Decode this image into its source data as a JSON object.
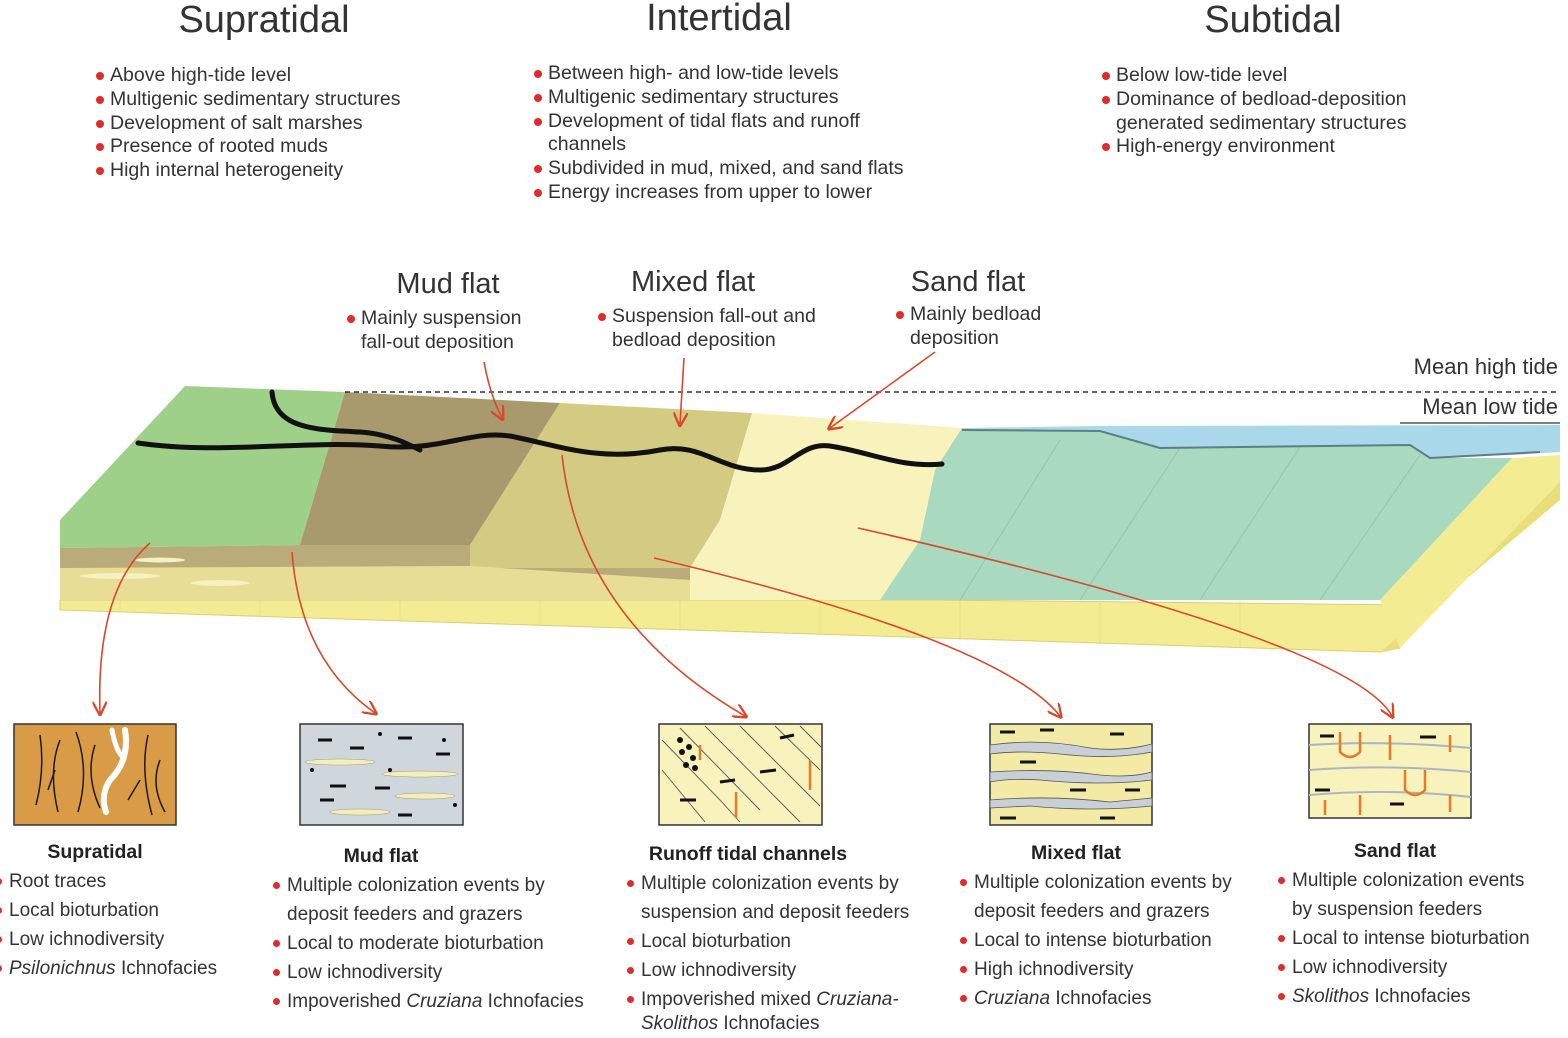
{
  "zones": {
    "supratidal": {
      "title": "Supratidal",
      "bullets": [
        "Above high-tide level",
        "Multigenic sedimentary structures",
        "Development of salt marshes",
        "Presence of rooted muds",
        "High internal heterogeneity"
      ]
    },
    "intertidal": {
      "title": "Intertidal",
      "bullets": [
        "Between high- and low-tide levels",
        "Multigenic sedimentary structures",
        "Development of tidal flats and runoff channels",
        "Subdivided in mud, mixed, and sand flats",
        "Energy increases from upper to lower"
      ]
    },
    "subtidal": {
      "title": "Subtidal",
      "bullets": [
        "Below low-tide level",
        "Dominance of bedload-deposition generated sedimentary structures",
        "High-energy environment"
      ]
    }
  },
  "flats": {
    "mud": {
      "title": "Mud flat",
      "bullet": "Mainly suspension fall-out deposition"
    },
    "mixed": {
      "title": "Mixed flat",
      "bullet": "Suspension fall-out and bedload deposition"
    },
    "sand": {
      "title": "Sand flat",
      "bullet": "Mainly bedload deposition"
    }
  },
  "tides": {
    "high": "Mean high tide",
    "low": "Mean low tide"
  },
  "boxes": {
    "supratidal": {
      "title": "Supratidal",
      "items": [
        "Root traces",
        "Local bioturbation",
        "Low ichnodiversity"
      ],
      "facies_name": "Psilonichnus",
      "facies_suffix": " Ichnofacies"
    },
    "mud": {
      "title": "Mud flat",
      "items_a": [
        "Multiple colonization events by",
        "deposit feeders and grazers",
        "Local to moderate bioturbation",
        "Low ichnodiversity"
      ],
      "facies_prefix": "Impoverished ",
      "facies_name": "Cruziana",
      "facies_suffix": " Ichnofacies"
    },
    "channels": {
      "title": "Runoff tidal channels",
      "items_a": [
        "Multiple colonization events by",
        "suspension and deposit feeders",
        "Local bioturbation",
        "Low ichnodiversity"
      ],
      "facies_prefix": "Impoverished mixed ",
      "facies_name": "Cruziana-",
      "facies_name2": "Skolithos",
      "facies_suffix": " Ichnofacies"
    },
    "mixed": {
      "title": "Mixed flat",
      "items_a": [
        "Multiple colonization events by",
        "deposit feeders and grazers",
        "Local to intense bioturbation",
        "High ichnodiversity"
      ],
      "facies_name": "Cruziana",
      "facies_suffix": " Ichnofacies"
    },
    "sand": {
      "title": "Sand flat",
      "items_a": [
        "Multiple colonization events",
        "by suspension feeders",
        "Local to intense bioturbation",
        "Low ichnodiversity"
      ],
      "facies_name": "Skolithos",
      "facies_suffix": " Ichnofacies"
    }
  },
  "colors": {
    "bullet": "#e02b2b",
    "arrow": "#d9482b",
    "supratidal_green": "#9fd08a",
    "mud_brown": "#a89a6c",
    "mixed_olive": "#d4cb82",
    "sand_cream": "#f8f2bc",
    "subtidal_teal": "#a9d9bf",
    "water_blue": "#a8d8ea",
    "sand_base": "#f3ec93"
  }
}
